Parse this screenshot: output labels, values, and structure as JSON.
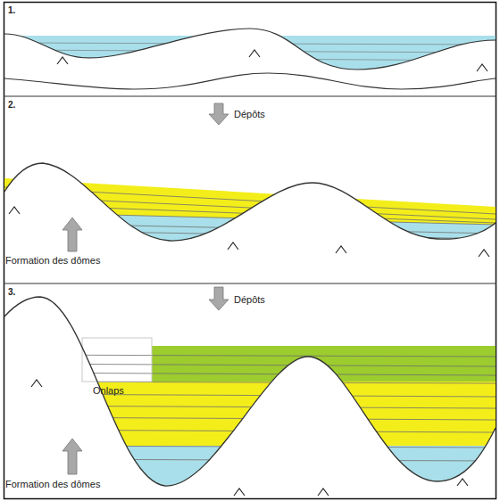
{
  "diagram": {
    "labels": [
      "1.",
      "2.",
      "Dépôts",
      "Formation des dômes",
      "3.",
      "Dépôts",
      "Onlaps",
      "Formation des dômes"
    ]
  }
}
